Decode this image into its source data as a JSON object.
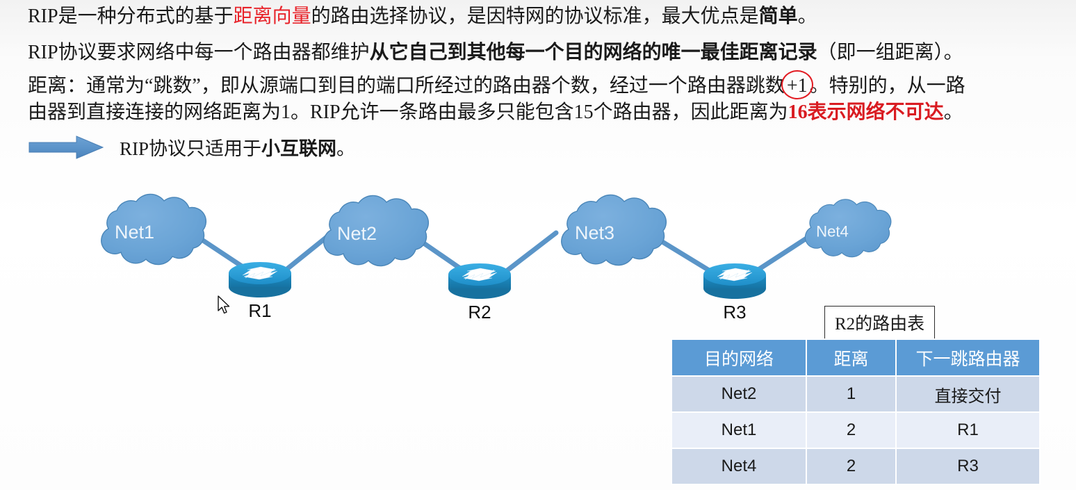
{
  "slide": {
    "background_color": "#fdfdfd",
    "accent_blue": "#5b9bd5",
    "router_blue": "#2196cf",
    "highlight_red": "#e8232a"
  },
  "paragraphs": {
    "line1": {
      "seg1": "RIP是一种分布式的基于",
      "seg2_red": "距离向量",
      "seg3": "的路由选择协议，是因特网的协议标准，最大优点是",
      "seg4_bold": "简单",
      "seg5": "。"
    },
    "line2": {
      "seg1": "RIP协议要求网络中每一个路由器都维护",
      "seg2_bold": "从它自己到其他每一个目的网络的唯一最佳距离记录",
      "seg3": "（即一组距离）。"
    },
    "line3": {
      "seg1": "距离：通常为“跳数”，即从源端口到目的端口所经过的路由器个数，经过一个路由器跳数",
      "seg2_circled": "+1",
      "seg3": "。特别的，从一路"
    },
    "line4": {
      "seg1": "由器到直接连接的网络距离为1。RIP允许一条路由最多只能包含15个路由器，因此距离为",
      "seg2_red_bold": "16表示网络不可达",
      "seg3": "。"
    },
    "arrow_note": {
      "icon": "right-block-arrow-icon",
      "seg1": "RIP协议只适用于",
      "seg2_bold": "小互联网",
      "seg3": "。"
    }
  },
  "diagram": {
    "clouds": [
      {
        "label": "Net1"
      },
      {
        "label": "Net2"
      },
      {
        "label": "Net3"
      },
      {
        "label": "Net4"
      }
    ],
    "routers": [
      {
        "label": "R1"
      },
      {
        "label": "R2"
      },
      {
        "label": "R3"
      }
    ],
    "cursor": "mouse-pointer-icon"
  },
  "routing_table": {
    "title": "R2的路由表",
    "columns": [
      "目的网络",
      "距离",
      "下一跳路由器"
    ],
    "rows": [
      {
        "network": "Net2",
        "distance": "1",
        "next_hop": "直接交付"
      },
      {
        "network": "Net1",
        "distance": "2",
        "next_hop": "R1"
      },
      {
        "network": "Net4",
        "distance": "2",
        "next_hop": "R3"
      }
    ]
  }
}
